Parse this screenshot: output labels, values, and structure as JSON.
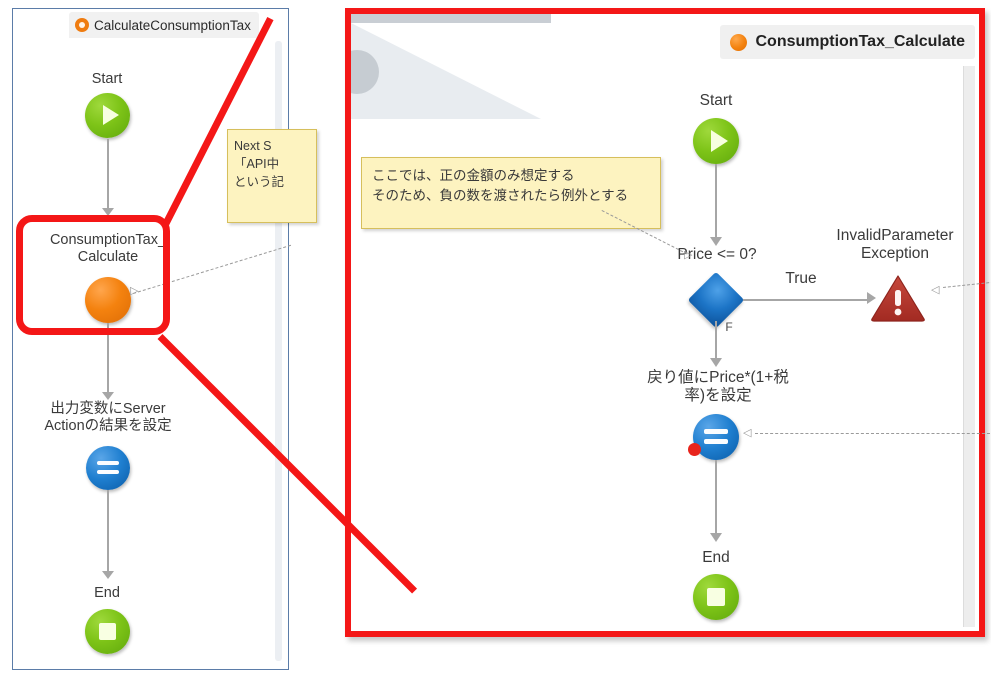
{
  "left_panel": {
    "tab": {
      "label": "CalculateConsumptionTax",
      "icon": "server-action-icon"
    },
    "nodes": [
      {
        "id": "start",
        "label": "Start",
        "shape": "green-play-circle"
      },
      {
        "id": "action",
        "label": "ConsumptionTax_\nCalculate",
        "shape": "orange-circle"
      },
      {
        "id": "assign",
        "label": "出力変数にServer\nActionの結果を設定",
        "shape": "blue-equals-circle"
      },
      {
        "id": "end",
        "label": "End",
        "shape": "green-stop-circle"
      }
    ],
    "note": {
      "lines": [
        "Next S",
        "「API中",
        "という記"
      ],
      "clipped": true
    }
  },
  "right_panel": {
    "tab": {
      "label": "ConsumptionTax_Calculate",
      "icon": "server-action-dot"
    },
    "note": {
      "lines": [
        "ここでは、正の金額のみ想定する",
        "そのため、負の数を渡されたら例外とする"
      ]
    },
    "nodes": [
      {
        "id": "start",
        "label": "Start",
        "shape": "green-play-circle"
      },
      {
        "id": "decision",
        "label": "Price <= 0?",
        "shape": "blue-diamond"
      },
      {
        "id": "exception",
        "label": "InvalidParameter\nException",
        "shape": "red-warning-triangle"
      },
      {
        "id": "assign",
        "label": "戻り値にPrice*(1+税\n率)を設定",
        "shape": "blue-equals-circle",
        "badge": "breakpoint-dot"
      },
      {
        "id": "end",
        "label": "End",
        "shape": "green-stop-circle"
      }
    ],
    "edges": [
      {
        "from": "decision",
        "to": "exception",
        "label": "True"
      },
      {
        "from": "decision",
        "to": "assign",
        "label": "F"
      }
    ]
  },
  "colors": {
    "highlight_red": "#f41717",
    "node_orange": "#f3820f",
    "node_blue": "#1c74c6",
    "node_green": "#7ec418",
    "exception_red": "#b52f28",
    "note_yellow": "#fdf3c0",
    "panel_border_blue": "#5b7ca8"
  }
}
